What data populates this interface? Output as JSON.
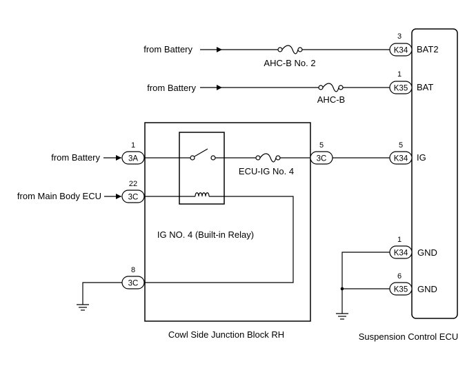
{
  "colors": {
    "line": "#000000",
    "background": "#ffffff"
  },
  "sources": {
    "battery_1": "from Battery",
    "battery_2": "from Battery",
    "battery_3": "from Battery",
    "main_body_ecu": "from Main Body ECU"
  },
  "fuses": {
    "ahc_b_no2": "AHC-B No. 2",
    "ahc_b": "AHC-B",
    "ecu_ig_no4": "ECU-IG No. 4"
  },
  "relay": {
    "label": "IG NO. 4 (Built-in Relay)"
  },
  "junction_block": {
    "label": "Cowl Side Junction Block RH",
    "pins": [
      {
        "number": "1",
        "connector": "3A"
      },
      {
        "number": "22",
        "connector": "3C"
      },
      {
        "number": "8",
        "connector": "3C"
      },
      {
        "number": "5",
        "connector": "3C"
      }
    ]
  },
  "ecu": {
    "label": "Suspension Control ECU",
    "terminals": [
      {
        "pin": "3",
        "connector": "K34",
        "name": "BAT2"
      },
      {
        "pin": "1",
        "connector": "K35",
        "name": "BAT"
      },
      {
        "pin": "5",
        "connector": "K34",
        "name": "IG"
      },
      {
        "pin": "1",
        "connector": "K34",
        "name": "GND"
      },
      {
        "pin": "6",
        "connector": "K35",
        "name": "GND"
      }
    ]
  }
}
